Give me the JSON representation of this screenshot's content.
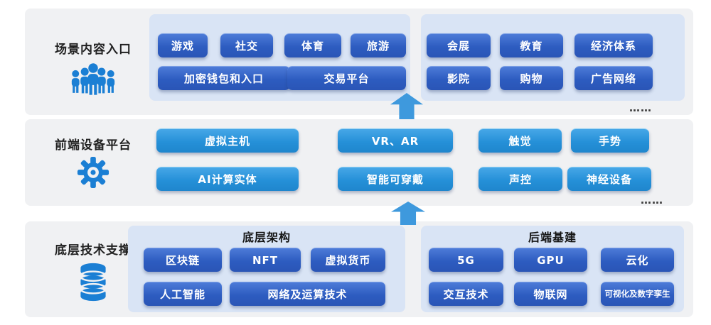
{
  "colors": {
    "band_bg": "#f0f1f3",
    "panel_bg": "#d9e4f5",
    "button_royal_blue": "#2d5cc0",
    "button_sky_blue": "#2590d8",
    "arrow_blue": "#3e99dd",
    "icon_blue": "#1b7fd4"
  },
  "bands": [
    {
      "label": "场景内容入口",
      "icon": "people-group-icon",
      "more": "……",
      "panel_a": {
        "row1": [
          "游戏",
          "社交",
          "体育",
          "旅游"
        ],
        "row2": [
          "加密钱包和入口",
          "交易平台"
        ]
      },
      "panel_b": {
        "row1": [
          "会展",
          "教育",
          "经济体系"
        ],
        "row2": [
          "影院",
          "购物",
          "广告网络"
        ]
      }
    },
    {
      "label": "前端设备平台",
      "icon": "gear-icon",
      "more": "……",
      "row1": [
        "虚拟主机",
        "VR、AR",
        "触觉",
        "手势"
      ],
      "row2": [
        "AI计算实体",
        "智能可穿戴",
        "声控",
        "神经设备"
      ]
    },
    {
      "label": "底层技术支撑",
      "icon": "database-icon",
      "panel_c": {
        "title": "底层架构",
        "row1": [
          "区块链",
          "NFT",
          "虚拟货币"
        ],
        "row2": [
          "人工智能",
          "网络及运算技术"
        ]
      },
      "panel_d": {
        "title": "后端基建",
        "row1": [
          "5G",
          "GPU",
          "云化"
        ],
        "row2": [
          "交互技术",
          "物联网",
          "可视化及数字孪生"
        ]
      }
    }
  ]
}
